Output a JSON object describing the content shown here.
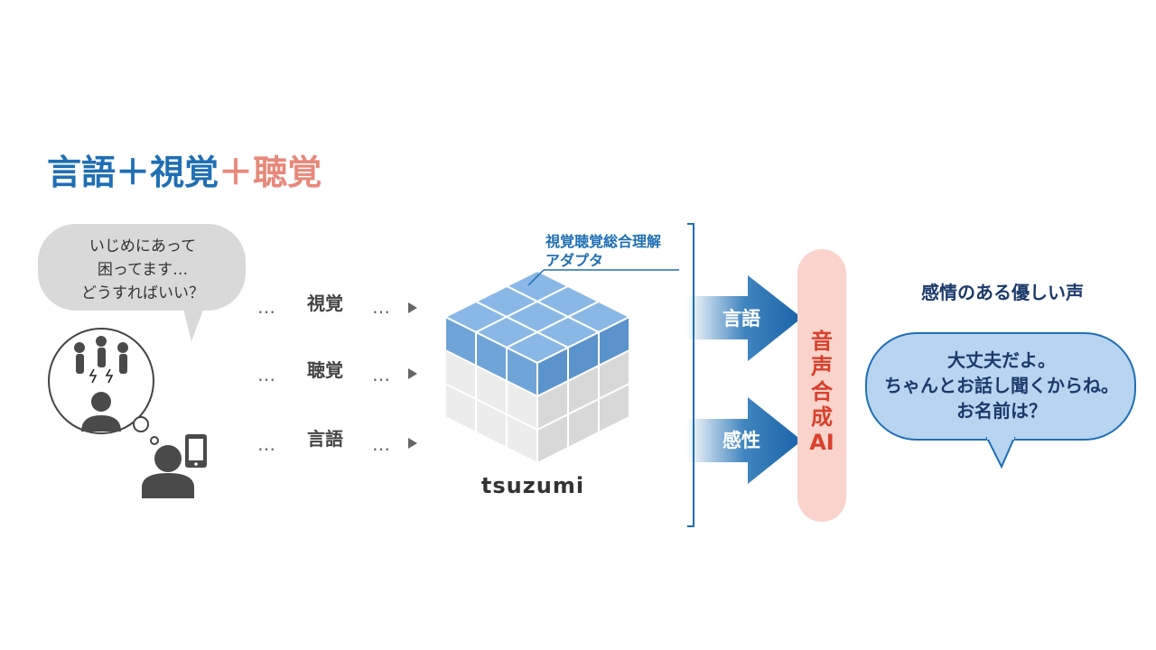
{
  "title": {
    "part1": "言語",
    "plus1": "＋",
    "part2": "視覚",
    "plus2": "＋",
    "part3": "聴覚"
  },
  "speech_bubble": {
    "line1": "いじめにあって",
    "line2": "困ってます…",
    "line3": "どうすればいい？"
  },
  "inputs": [
    {
      "label": "視覚",
      "dots_left": "…",
      "dots_right": "…"
    },
    {
      "label": "聴覚",
      "dots_left": "…",
      "dots_right": "…"
    },
    {
      "label": "言語",
      "dots_left": "…",
      "dots_right": "…"
    }
  ],
  "model": {
    "name": "tsuzumi",
    "adapter_line1": "視覚聴覚総合理解",
    "adapter_line2": "アダプタ"
  },
  "outputs": [
    {
      "label": "言語"
    },
    {
      "label": "感性"
    }
  ],
  "synthesis": {
    "line1": "音",
    "line2": "声",
    "line3": "合",
    "line4": "成",
    "line5": "AI"
  },
  "voice": {
    "title": "感情のある優しい声",
    "line1": "大丈夫だよ。",
    "line2": "ちゃんとお話し聞くからね。",
    "line3": "お名前は？"
  },
  "colors": {
    "accent_blue": "#1f6fb4",
    "salmon": "#e8887a",
    "synth_bg": "#f9d3cc",
    "synth_text": "#d9402c",
    "reply_bg": "#b9d4f0",
    "navy": "#1b3a6b"
  }
}
